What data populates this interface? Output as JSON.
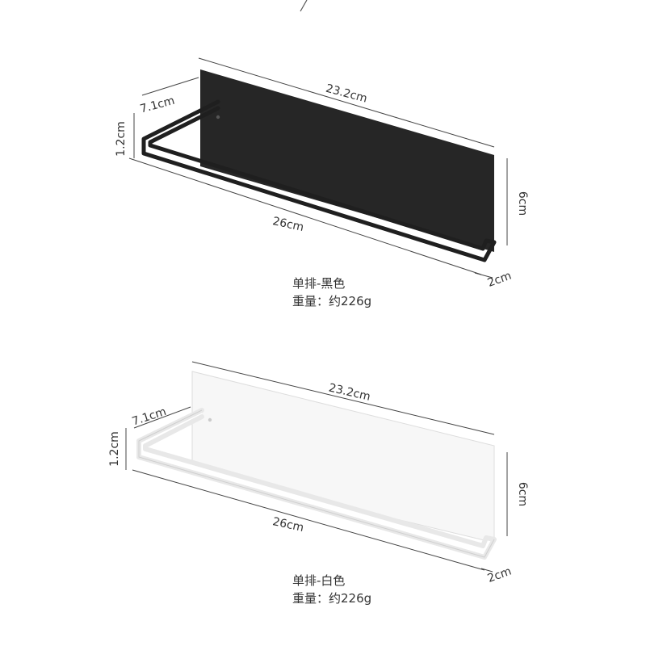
{
  "products": [
    {
      "color_name": "单排-黑色",
      "weight": "重量：约226g",
      "panel_fill": "#262626",
      "bar_color": "#1f1f1f",
      "dims": {
        "length": "23.2cm",
        "depth": "7.1cm",
        "height_small": "1.2cm",
        "height": "6cm",
        "bar_length": "26cm",
        "bar_depth": "2cm"
      }
    },
    {
      "color_name": "单排-白色",
      "weight": "重量：约226g",
      "panel_fill": "#f7f7f7",
      "bar_color": "#e8e8e8",
      "dims": {
        "length": "23.2cm",
        "depth": "7.1cm",
        "height_small": "1.2cm",
        "height": "6cm",
        "bar_length": "26cm",
        "bar_depth": "2cm"
      }
    }
  ]
}
